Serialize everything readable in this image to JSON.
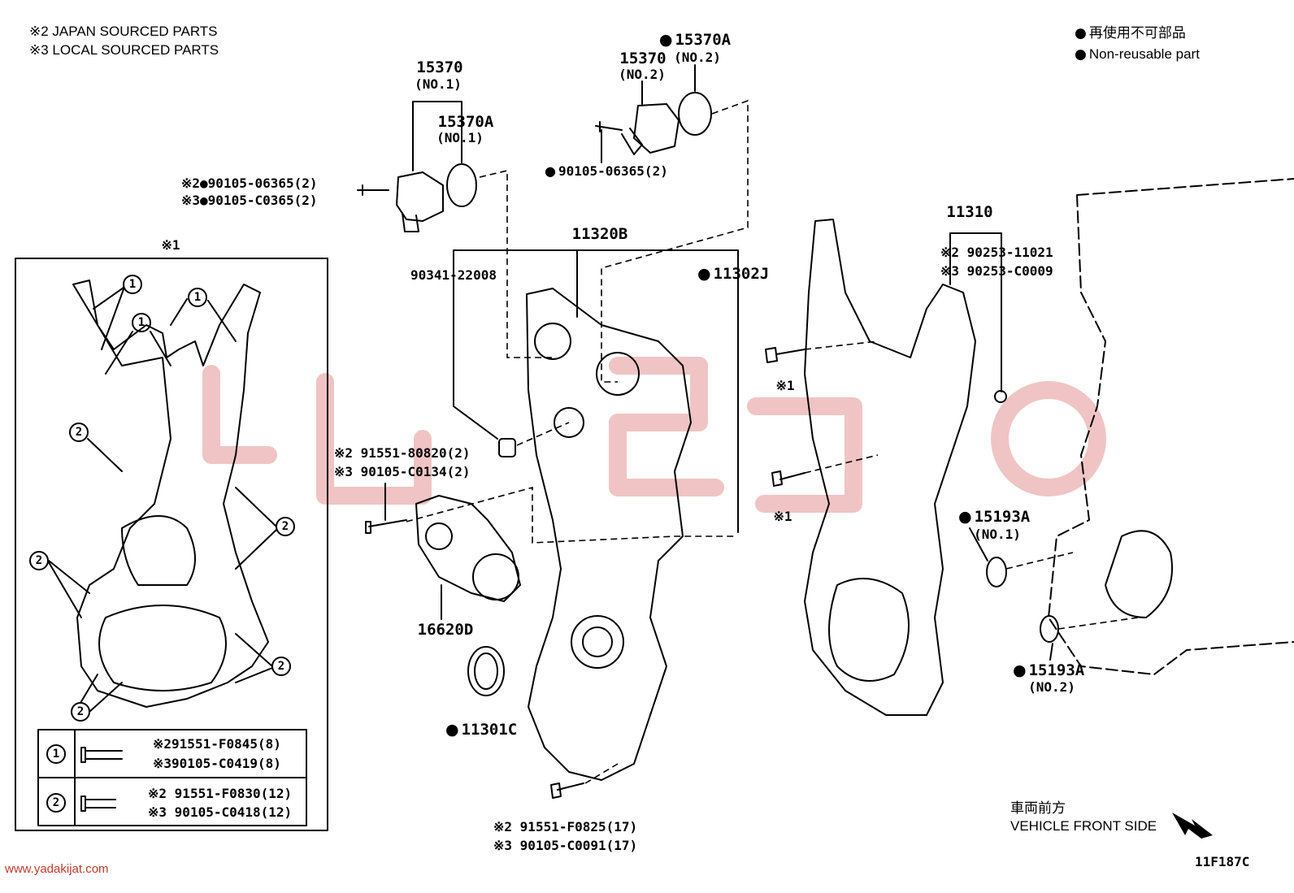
{
  "header_notes": {
    "japan": "※2 JAPAN SOURCED PARTS",
    "local": "※3 LOCAL SOURCED PARTS"
  },
  "legend": {
    "jp": "再使用不可部品",
    "en": "Non-reusable part"
  },
  "parts": {
    "p15370_no1": "15370",
    "p15370_no1_sub": "(NO.1)",
    "p15370a_no1": "15370A",
    "p15370a_no1_sub": "(NO.1)",
    "p15370_no2": "15370",
    "p15370_no2_sub": "(NO.2)",
    "p15370a_no2": "15370A",
    "p15370a_no2_sub": "(NO.2)",
    "bolt_06365_no2": "90105-06365(2)",
    "bolt_jp_06365": "※2●90105-06365(2)",
    "bolt_local_c0365": "※3●90105-C0365(2)",
    "p11320b": "11320B",
    "p90341": "90341-22008",
    "p11302j": "11302J",
    "p11310": "11310",
    "p90253_jp": "※2 90253-11021",
    "p90253_local": "※3 90253-C0009",
    "p91551_80820": "※2 91551-80820(2)",
    "p90105_c0134": "※3 90105-C0134(2)",
    "p16620d": "16620D",
    "p11301c": "11301C",
    "p15193a_no1": "15193A",
    "p15193a_no1_sub": "(NO.1)",
    "p15193a_no2": "15193A",
    "p15193a_no2_sub": "(NO.2)",
    "star1_a": "※1",
    "star1_b": "※1",
    "star1_box": "※1",
    "bottom_jp": "※2 91551-F0825(17)",
    "bottom_local": "※3 90105-C0091(17)"
  },
  "table": {
    "row1_num": "1",
    "row1_jp": "※291551-F0845(8)",
    "row1_local": "※390105-C0419(8)",
    "row2_num": "2",
    "row2_jp": "※2 91551-F0830(12)",
    "row2_local": "※3 90105-C0418(12)"
  },
  "callouts": [
    "1",
    "1",
    "1",
    "2",
    "2",
    "2",
    "2",
    "2"
  ],
  "front": {
    "jp": "車両前方",
    "en": "VEHICLE FRONT SIDE"
  },
  "code": "11F187C",
  "watermark": "www.yadakijat.com"
}
